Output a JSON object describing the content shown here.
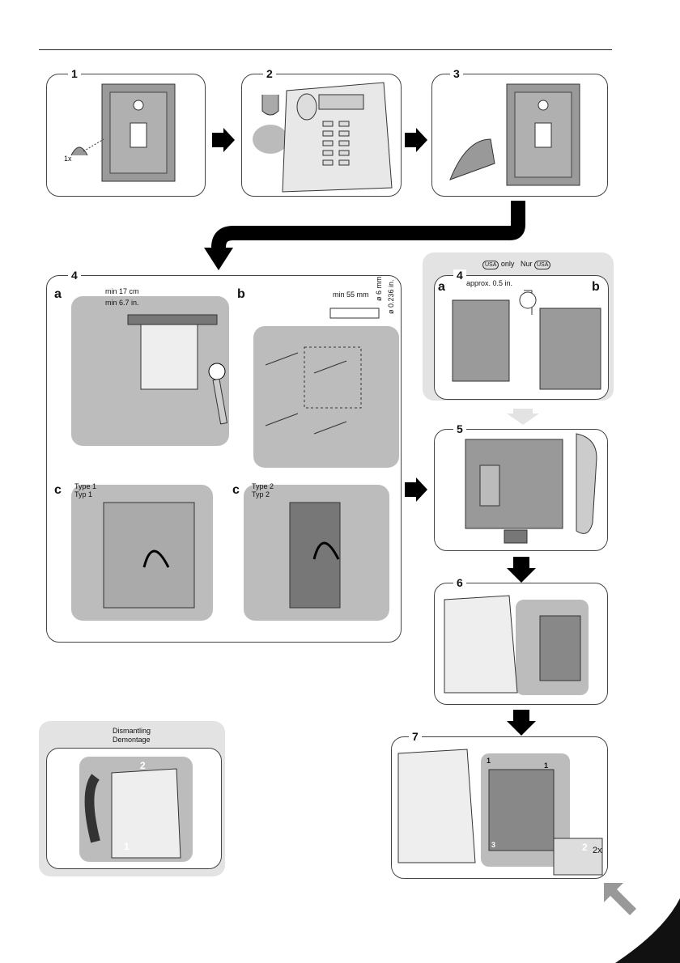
{
  "steps": {
    "s1": {
      "num": "1",
      "label": "1x"
    },
    "s2": {
      "num": "2"
    },
    "s3": {
      "num": "3"
    },
    "s4": {
      "num": "4",
      "a": {
        "letter": "a",
        "dim1": "min 17 cm",
        "dim2": "min 6.7 in."
      },
      "b": {
        "letter": "b",
        "dim": "min 55 mm",
        "dia1": "ø 6 mm",
        "dia2": "ø 0.236 in."
      },
      "c1": {
        "letter": "c",
        "type": "Type 1",
        "typ": "Typ 1"
      },
      "c2": {
        "letter": "c",
        "type": "Type 2",
        "typ": "Typ 2"
      }
    },
    "s4usa": {
      "num": "4",
      "badge1": "USA",
      "only": "only",
      "nur": "Nur",
      "badge2": "USA",
      "a": "a",
      "b": "b",
      "approx": "approx. 0.5 in."
    },
    "s5": {
      "num": "5"
    },
    "s6": {
      "num": "6"
    },
    "s7": {
      "num": "7",
      "mark1": "1",
      "mark2": "1",
      "mark3": "2",
      "count": "2x",
      "mark4": "3"
    },
    "dismantling": {
      "title1": "Dismantling",
      "title2": "Demontage",
      "mark1": "2",
      "mark2": "1"
    }
  }
}
